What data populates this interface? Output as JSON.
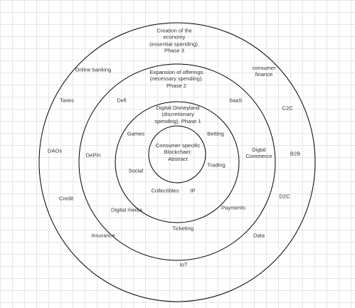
{
  "colors": {
    "ring_stroke": "#000000",
    "text": "#333333",
    "grid": "#e6e6e6"
  },
  "rings": {
    "phase3_title": "Creation of the\neconomy\n(essential spending).\nPhase 3",
    "phase2_title": "Expansion of offerings\n(necessary spending).\nPhase 2",
    "phase1_title": "Digital Disneyland\n(discretionary\nspending). Phase 1",
    "core_title": "Consumer specific\nBlockchain:\nAbstract"
  },
  "phase1_items": {
    "games": "Games",
    "betting": "Betting",
    "social": "Social",
    "trading": "Trading",
    "collectibles": "Collectibles",
    "ip": "IP"
  },
  "phase2_items": {
    "defi": "Defi",
    "saas": "SaaS",
    "depin": "DePin",
    "digital_commerce": "Digtal\nCommerce",
    "digital_media": "Digital media",
    "payments": "Payments",
    "ticketing": "Ticketing"
  },
  "phase3_items": {
    "online_banking": "Online banking",
    "consumer_finance": "consumer\nfinance",
    "taxes": "Taxes",
    "c2c": "C2C",
    "daos": "DAOs",
    "b2b": "B2B",
    "credit": "Credit",
    "d2c": "D2C",
    "insurance": "Insurance",
    "data": "Data",
    "iot": "IoT"
  }
}
